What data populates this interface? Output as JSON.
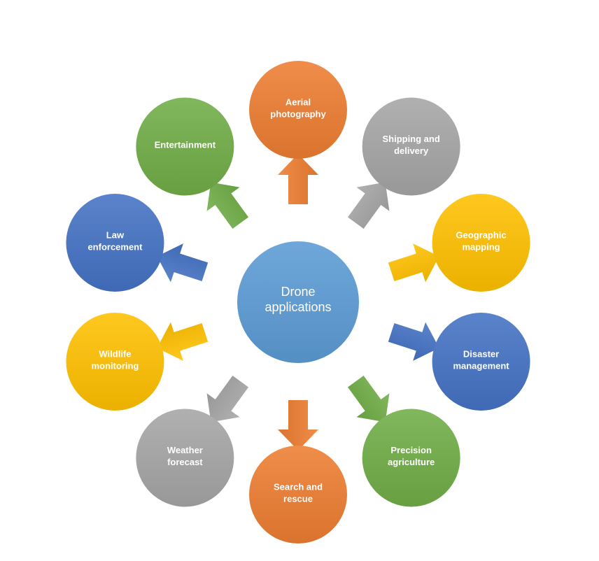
{
  "diagram": {
    "center": {
      "lines": [
        "Drone",
        "applications"
      ],
      "color": "#5b9bd5"
    },
    "nodes": [
      {
        "id": "aerial-photography",
        "lines": [
          "Aerial",
          "photography"
        ],
        "color": "#ed7d31"
      },
      {
        "id": "shipping-and-delivery",
        "lines": [
          "Shipping and",
          "delivery"
        ],
        "color": "#a5a5a5"
      },
      {
        "id": "geographic-mapping",
        "lines": [
          "Geographic",
          "mapping"
        ],
        "color": "#ffc000"
      },
      {
        "id": "disaster-management",
        "lines": [
          "Disaster",
          "management"
        ],
        "color": "#4472c4"
      },
      {
        "id": "precision-agriculture",
        "lines": [
          "Precision",
          "agriculture"
        ],
        "color": "#70ad47"
      },
      {
        "id": "search-and-rescue",
        "lines": [
          "Search and",
          "rescue"
        ],
        "color": "#ed7d31"
      },
      {
        "id": "weather-forecast",
        "lines": [
          "Weather",
          "forecast"
        ],
        "color": "#a5a5a5"
      },
      {
        "id": "wildlife-monitoring",
        "lines": [
          "Wildlife",
          "monitoring"
        ],
        "color": "#ffc000"
      },
      {
        "id": "law-enforcement",
        "lines": [
          "Law",
          "enforcement"
        ],
        "color": "#4472c4"
      },
      {
        "id": "entertainment",
        "lines": [
          "Entertainment"
        ],
        "color": "#70ad47"
      }
    ]
  }
}
